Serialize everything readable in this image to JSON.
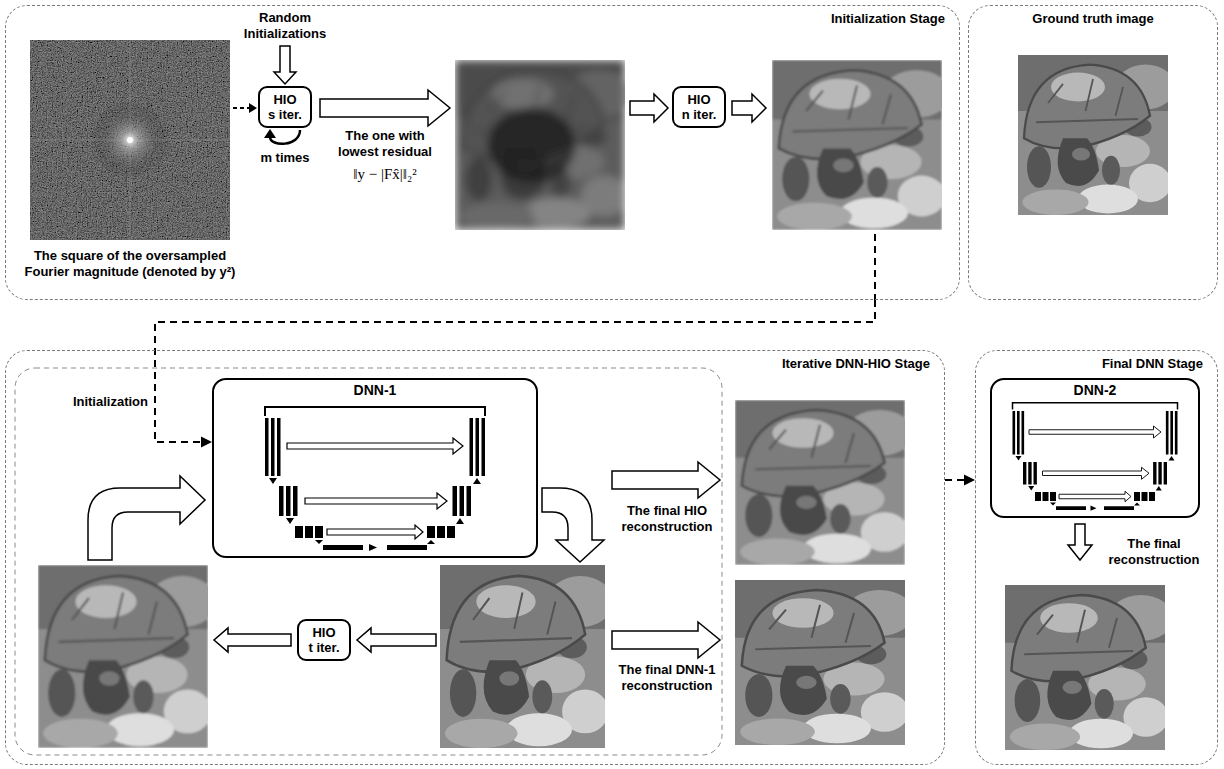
{
  "diagram": {
    "nodes": [
      {
        "text": [
          "Initialization Stage"
        ]
      },
      {
        "text": [
          "HIO",
          "s iter."
        ],
        "in": 0
      },
      {
        "text": [
          "HIO",
          "n iter."
        ],
        "in": 0
      },
      {
        "text": [
          "Ground truth image"
        ]
      },
      {
        "text": [
          "Iterative DNN-HIO Stage"
        ]
      },
      {
        "text": [
          "DNN-1"
        ],
        "in": 4
      },
      {
        "text": [
          "HIO",
          "t iter."
        ],
        "in": 4
      },
      {
        "text": [
          "Final DNN Stage"
        ]
      },
      {
        "text": [
          "DNN-2"
        ],
        "in": 7
      }
    ],
    "edges": [
      {
        "from": 0,
        "to": 5,
        "label": "Initialization",
        "arrow": "to"
      },
      {
        "from": 4,
        "to": 7,
        "arrow": "to"
      }
    ],
    "labels": [
      "The square of the oversampled Fourier magnitude (denoted by y²)",
      "Random Initializations",
      "m times",
      "The one with lowest residual",
      "‖y − |Fx̂|‖₂²",
      "The final HIO reconstruction",
      "The final DNN-1 reconstruction",
      "The final reconstruction"
    ]
  }
}
